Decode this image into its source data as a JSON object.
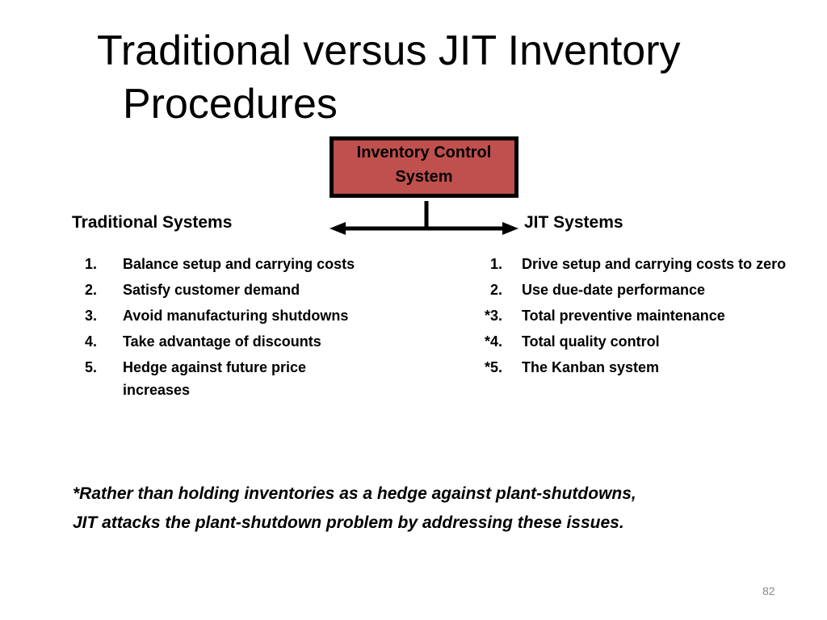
{
  "slide": {
    "title_line1": "Traditional versus JIT Inventory",
    "title_line2": "Procedures",
    "center_box": {
      "line1": "Inventory Control",
      "line2": "System",
      "fill": "#c0504d"
    },
    "left": {
      "heading": "Traditional Systems",
      "items": [
        {
          "num": "1.",
          "text": "Balance setup and carrying costs"
        },
        {
          "num": "2.",
          "text": "Satisfy customer demand"
        },
        {
          "num": "3.",
          "text": "Avoid manufacturing shutdowns"
        },
        {
          "num": "4.",
          "text": "Take advantage of discounts"
        },
        {
          "num": "5.",
          "text": "Hedge against future price increases"
        }
      ]
    },
    "right": {
      "heading": "JIT Systems",
      "items": [
        {
          "num": "1.",
          "text": "Drive setup and carrying costs to zero"
        },
        {
          "num": "2.",
          "text": "Use due-date performance"
        },
        {
          "num": "*3.",
          "text": "Total preventive maintenance"
        },
        {
          "num": "*4.",
          "text": "Total quality control"
        },
        {
          "num": "*5.",
          "text": "The Kanban system"
        }
      ]
    },
    "footnote_line1": "*Rather than holding inventories as a hedge against plant-shutdowns,",
    "footnote_line2": "JIT attacks the plant-shutdown problem by addressing these issues.",
    "page_number": "82"
  }
}
